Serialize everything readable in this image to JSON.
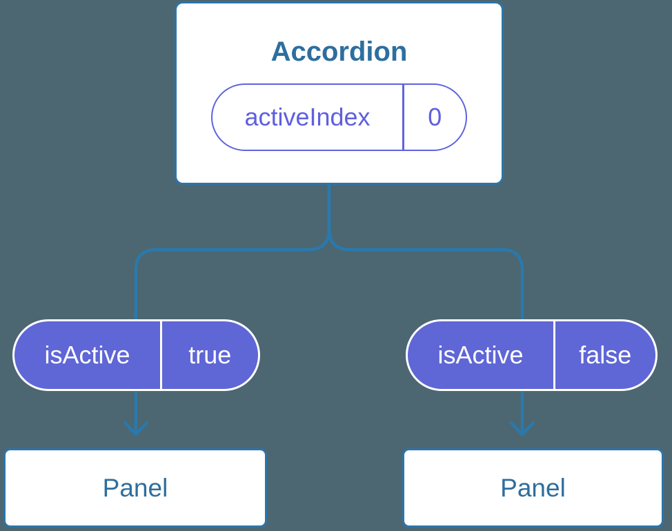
{
  "colors": {
    "background": "#4c6771",
    "node-border": "#2d74a8",
    "node-bg": "#ffffff",
    "node-text": "#2d6e9e",
    "connector": "#2a79ad",
    "pill-bg": "#5f66d6",
    "pill-border": "#5f63dd",
    "pill-text": "#5f5fe0",
    "pill-contrast-text": "#ffffff"
  },
  "diagram": {
    "root": {
      "title": "Accordion",
      "state_pill": {
        "label": "activeIndex",
        "value": "0"
      }
    },
    "branches": [
      {
        "prop_pill": {
          "label": "isActive",
          "value": "true"
        },
        "child": {
          "title": "Panel"
        }
      },
      {
        "prop_pill": {
          "label": "isActive",
          "value": "false"
        },
        "child": {
          "title": "Panel"
        }
      }
    ]
  }
}
